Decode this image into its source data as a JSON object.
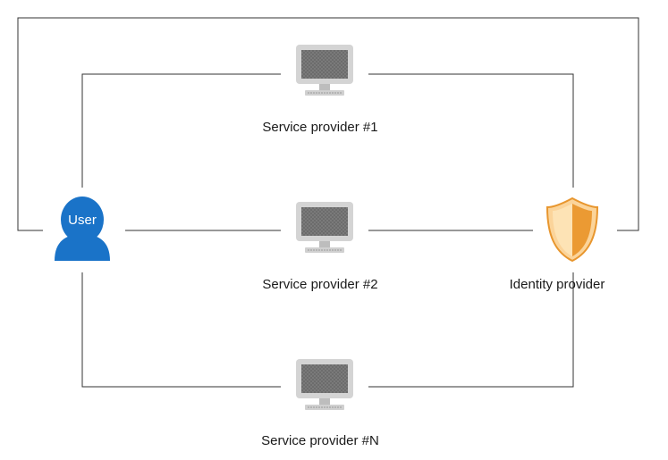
{
  "user": {
    "label": "User",
    "color": "#1a73c8",
    "icon": "user-icon"
  },
  "identity_provider": {
    "label": "Identity provider",
    "color": "#f0a53c",
    "icon": "shield-icon"
  },
  "service_providers": [
    {
      "label": "Service provider #1",
      "icon": "computer-icon"
    },
    {
      "label": "Service provider #2",
      "icon": "computer-icon"
    },
    {
      "label": "Service provider #N",
      "icon": "computer-icon"
    }
  ],
  "connector_color": "#333333"
}
